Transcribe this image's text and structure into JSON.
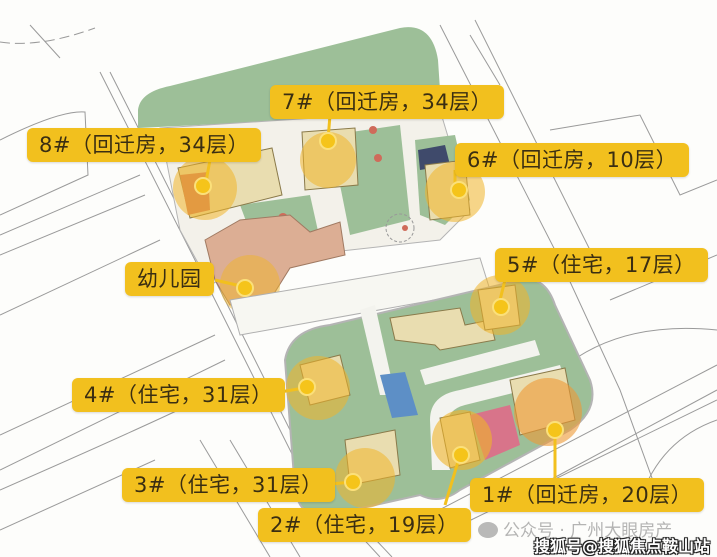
{
  "map": {
    "type": "site-plan",
    "colors": {
      "label_bg": "#f2c01e",
      "label_text": "#3a2e12",
      "green_space": "#9dbf98",
      "building_beige": "#e9ddb0",
      "kindergarten": "#dcae94",
      "pink_area": "#d8748a",
      "blue_area": "#5d8fc6",
      "highlight_circle": "#f0b429"
    }
  },
  "labels": [
    {
      "id": "8",
      "text": "8#（回迁房，34层）"
    },
    {
      "id": "7",
      "text": "7#（回迁房，34层）"
    },
    {
      "id": "6",
      "text": "6#（回迁房，10层）"
    },
    {
      "id": "kindergarten",
      "text": "幼儿园"
    },
    {
      "id": "5",
      "text": "5#（住宅，17层）"
    },
    {
      "id": "4",
      "text": "4#（住宅，31层）"
    },
    {
      "id": "3",
      "text": "3#（住宅，31层）"
    },
    {
      "id": "2",
      "text": "2#（住宅，19层）"
    },
    {
      "id": "1",
      "text": "1#（回迁房，20层）"
    }
  ],
  "watermarks": {
    "wechat": "公众号 · 广州大眼房产",
    "sohu": "搜狐号@搜狐焦点鞍山站"
  }
}
